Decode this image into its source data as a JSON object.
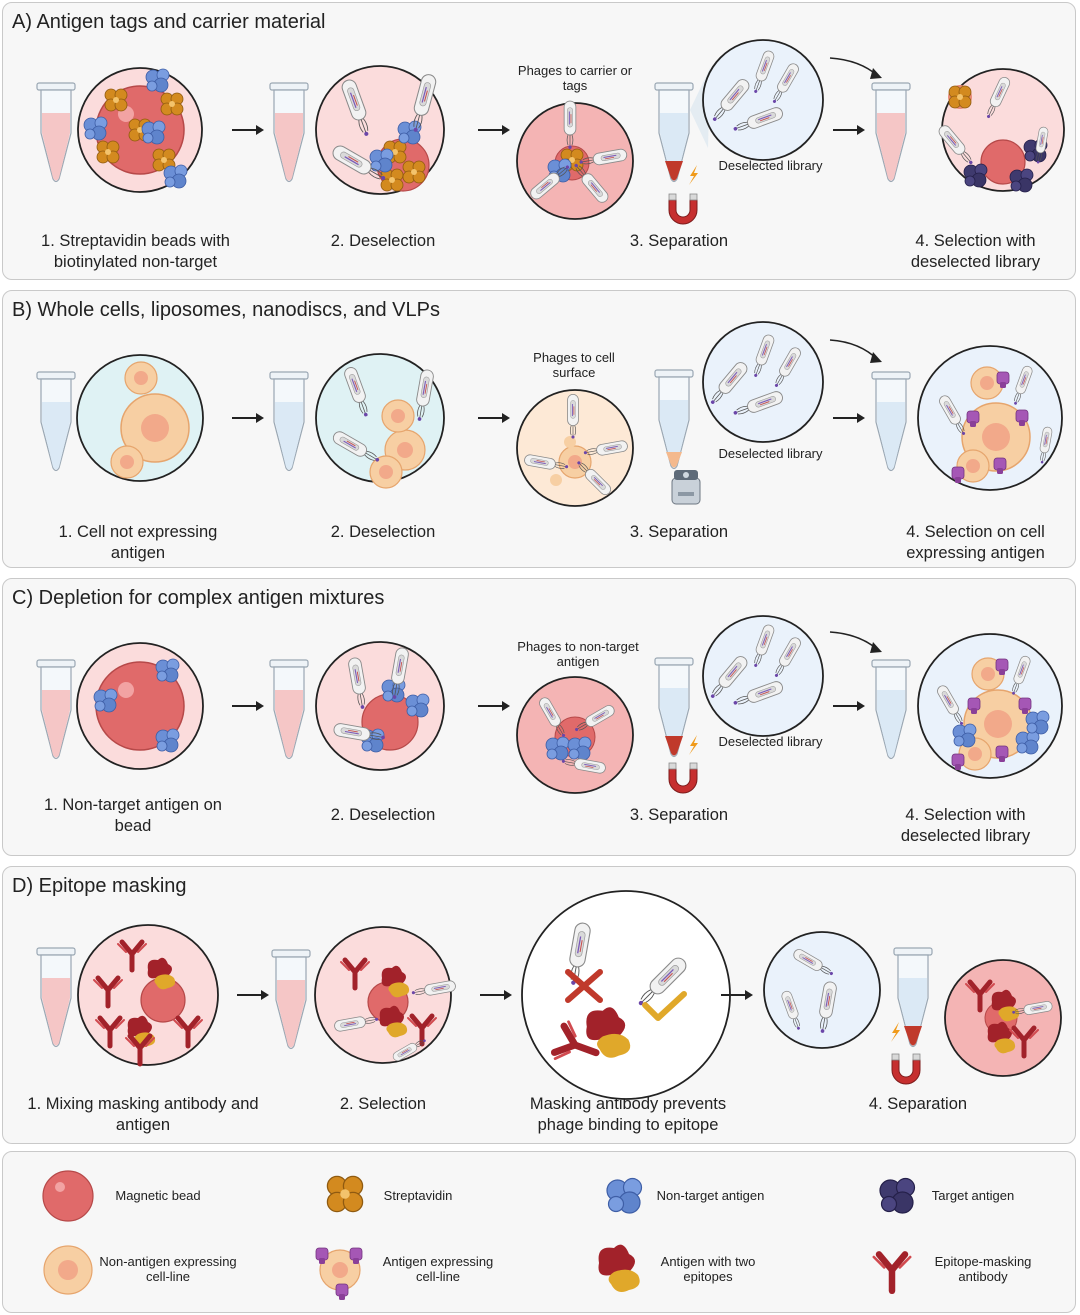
{
  "panels": {
    "a": {
      "title": "A) Antigen tags and carrier material",
      "note_phages": "Phages to carrier or tags",
      "note_library": "Deselected library",
      "steps": [
        "1. Streptavidin beads with biotinylated non-target",
        "2. Deselection",
        "3. Separation",
        "4. Selection with deselected library"
      ]
    },
    "b": {
      "title": "B) Whole cells, liposomes, nanodiscs, and VLPs",
      "note_phages": "Phages to cell surface",
      "note_library": "Deselected library",
      "steps": [
        "1. Cell  not expressing antigen",
        "2. Deselection",
        "3. Separation",
        "4. Selection on cell expressing antigen"
      ]
    },
    "c": {
      "title": "C) Depletion for complex antigen mixtures",
      "note_phages": "Phages to non-target antigen",
      "note_library": "Deselected library",
      "steps": [
        "1. Non-target antigen on bead",
        "2. Deselection",
        "3. Separation",
        "4. Selection with deselected library"
      ]
    },
    "d": {
      "title": "D) Epitope masking",
      "steps": [
        "1. Mixing masking antibody and antigen",
        "2. Selection",
        "Masking antibody prevents phage binding to epitope",
        "4. Separation"
      ]
    }
  },
  "legend": [
    {
      "label": "Magnetic bead",
      "icon": "magnetic-bead"
    },
    {
      "label": "Streptavidin",
      "icon": "streptavidin"
    },
    {
      "label": "Non-target antigen",
      "icon": "non-target-antigen"
    },
    {
      "label": "Target antigen",
      "icon": "target-antigen"
    },
    {
      "label": "Non-antigen expressing cell-line",
      "icon": "non-antigen-cell"
    },
    {
      "label": "Antigen expressing cell-line",
      "icon": "antigen-cell"
    },
    {
      "label": "Antigen with two epitopes",
      "icon": "two-epitope-antigen"
    },
    {
      "label": "Epitope-masking antibody",
      "icon": "masking-antibody"
    }
  ],
  "colors": {
    "pink_bg": "#fbdcdc",
    "cyan_bg": "#dff2f4",
    "lightblue_bg": "#eaf2fb",
    "peach_bg": "#fde9d6",
    "bead": "#e06a6a",
    "streptavidin": "#d38a1f",
    "non_target_antigen": "#6b8fd6",
    "target_antigen": "#3f3a6e",
    "cell": "#f7cfa3",
    "antigen_purple": "#a557b5",
    "antibody_red": "#a2222a",
    "epitope_yellow": "#e0a82a"
  }
}
